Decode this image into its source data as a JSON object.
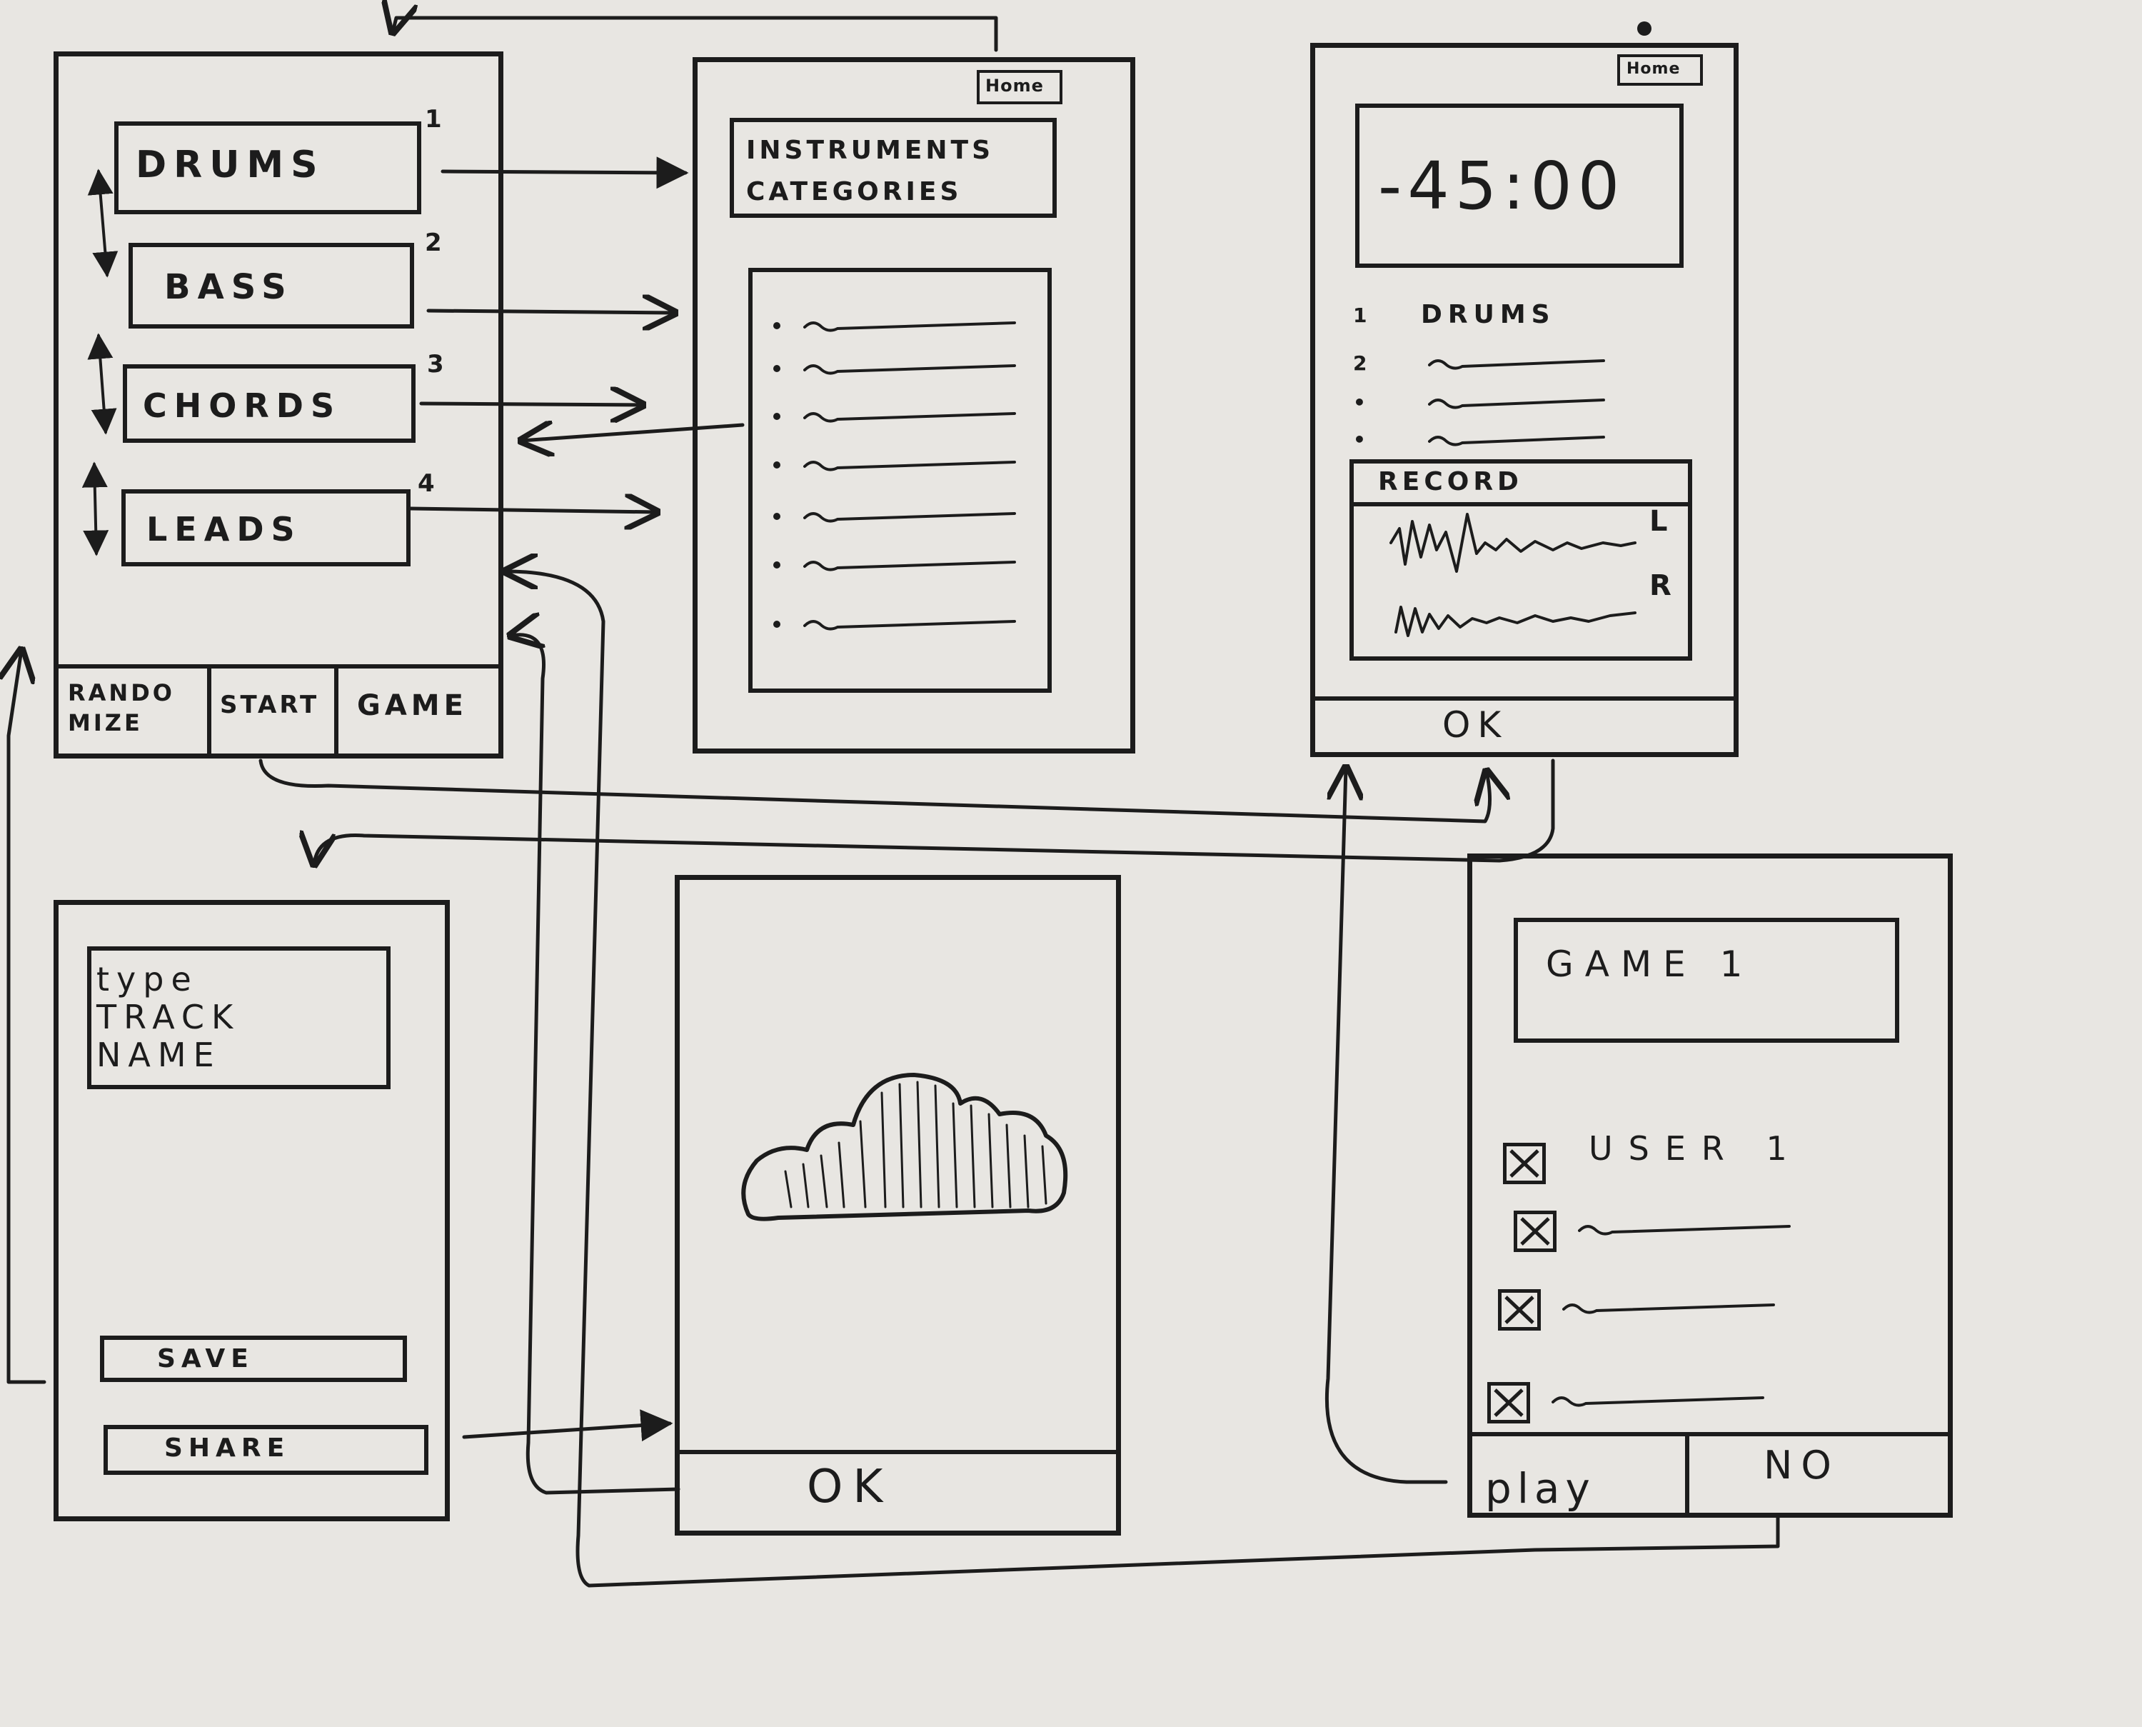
{
  "screens": {
    "menu": {
      "instruments": [
        {
          "label": "DRUMS",
          "number": "1"
        },
        {
          "label": "BASS",
          "number": "2"
        },
        {
          "label": "CHORDS",
          "number": "3"
        },
        {
          "label": "LEADS",
          "number": "4"
        }
      ],
      "tabs": [
        "RANDO MIZE",
        "START",
        "GAME"
      ]
    },
    "categories": {
      "home_label": "Home",
      "title": "INSTRUMENTS CATEGORIES"
    },
    "recording": {
      "home_label": "Home",
      "timer": "-45:00",
      "track_list": [
        {
          "num": "1",
          "label": "DRUMS"
        },
        {
          "num": "2",
          "label": ""
        },
        {
          "num": "•",
          "label": ""
        },
        {
          "num": "•",
          "label": ""
        }
      ],
      "record_label": "RECORD",
      "channel_left": "L",
      "channel_right": "R",
      "ok_label": "OK"
    },
    "save": {
      "track_name_placeholder": "type TRACK NAME",
      "save_label": "SAVE",
      "share_label": "SHARE"
    },
    "cloud": {
      "ok_label": "OK"
    },
    "game": {
      "title": "GAME 1",
      "first_user": "USER 1",
      "play_label": "play",
      "no_label": "NO"
    }
  },
  "palette": {
    "paper": "#e8e6e2",
    "ink": "#1c1c1c"
  }
}
